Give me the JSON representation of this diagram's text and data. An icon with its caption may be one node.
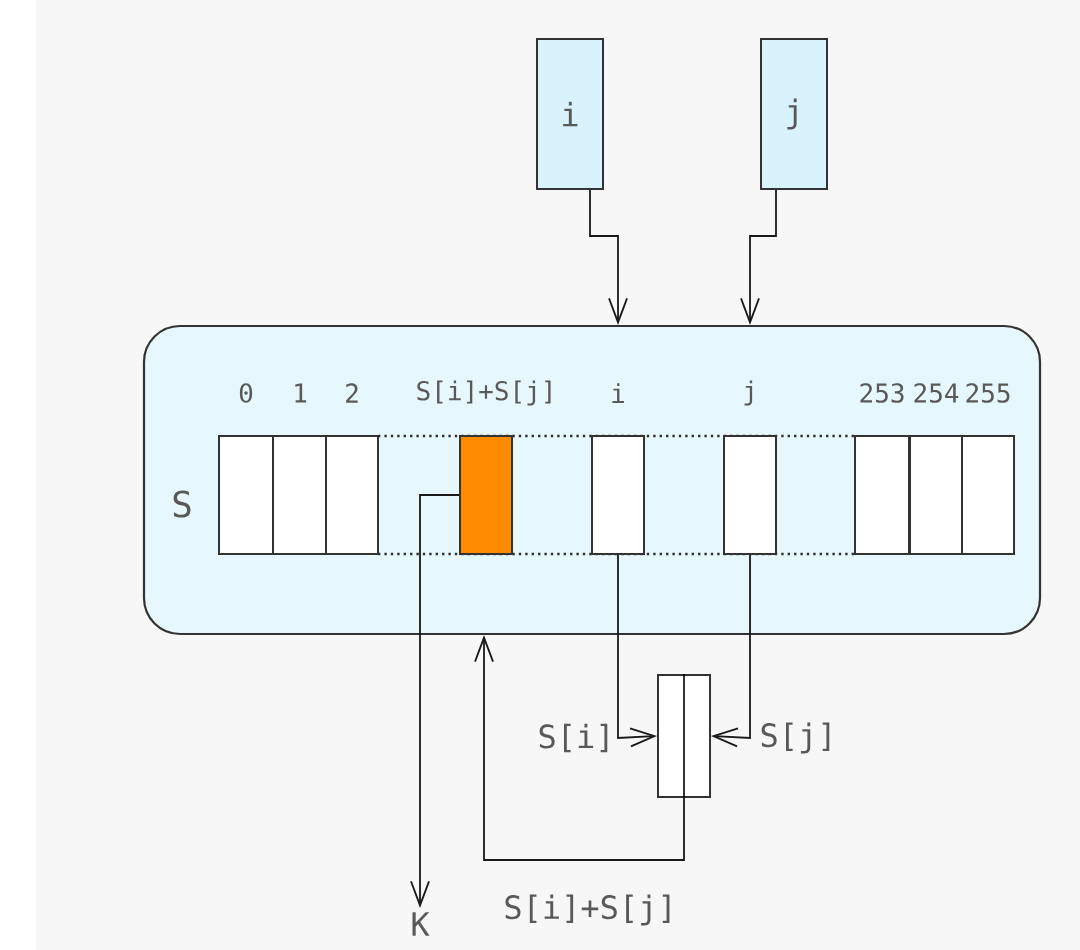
{
  "diagram": {
    "nodes": [
      {
        "text": [
          "S"
        ]
      },
      {
        "text": [],
        "shape": "box",
        "in": 0,
        "beside": [
          "0"
        ]
      },
      {
        "text": [],
        "shape": "box",
        "in": 0,
        "beside": [
          "1"
        ]
      },
      {
        "text": [],
        "shape": "box",
        "in": 0,
        "beside": [
          "2"
        ]
      },
      {
        "text": [],
        "shape": "box",
        "in": 0,
        "beside": [
          "S[i]+S[j]"
        ]
      },
      {
        "text": [],
        "shape": "box",
        "in": 0,
        "beside": [
          "i"
        ]
      },
      {
        "text": [],
        "shape": "box",
        "in": 0,
        "beside": [
          "j"
        ]
      },
      {
        "text": [],
        "shape": "box",
        "in": 0,
        "beside": [
          "253"
        ]
      },
      {
        "text": [],
        "shape": "box",
        "in": 0,
        "beside": [
          "254"
        ]
      },
      {
        "text": [],
        "shape": "box",
        "in": 0,
        "beside": [
          "255"
        ]
      },
      {
        "text": [
          "i"
        ]
      },
      {
        "text": [
          "j"
        ]
      },
      {
        "text": [],
        "shape": "box"
      },
      {
        "text": [
          "K"
        ]
      }
    ],
    "edges": [
      {
        "from": 10,
        "to": 0,
        "arrow": "to"
      },
      {
        "from": 11,
        "to": 0,
        "arrow": "to"
      },
      {
        "from": 5,
        "to": 12,
        "arrow": "to",
        "label": "S[i]"
      },
      {
        "from": 6,
        "to": 12,
        "arrow": "to",
        "label": "S[j]"
      },
      {
        "from": 12,
        "to": 0,
        "arrow": "to",
        "label": "S[i]+S[j]"
      },
      {
        "from": 4,
        "to": 13,
        "arrow": "to"
      }
    ]
  }
}
